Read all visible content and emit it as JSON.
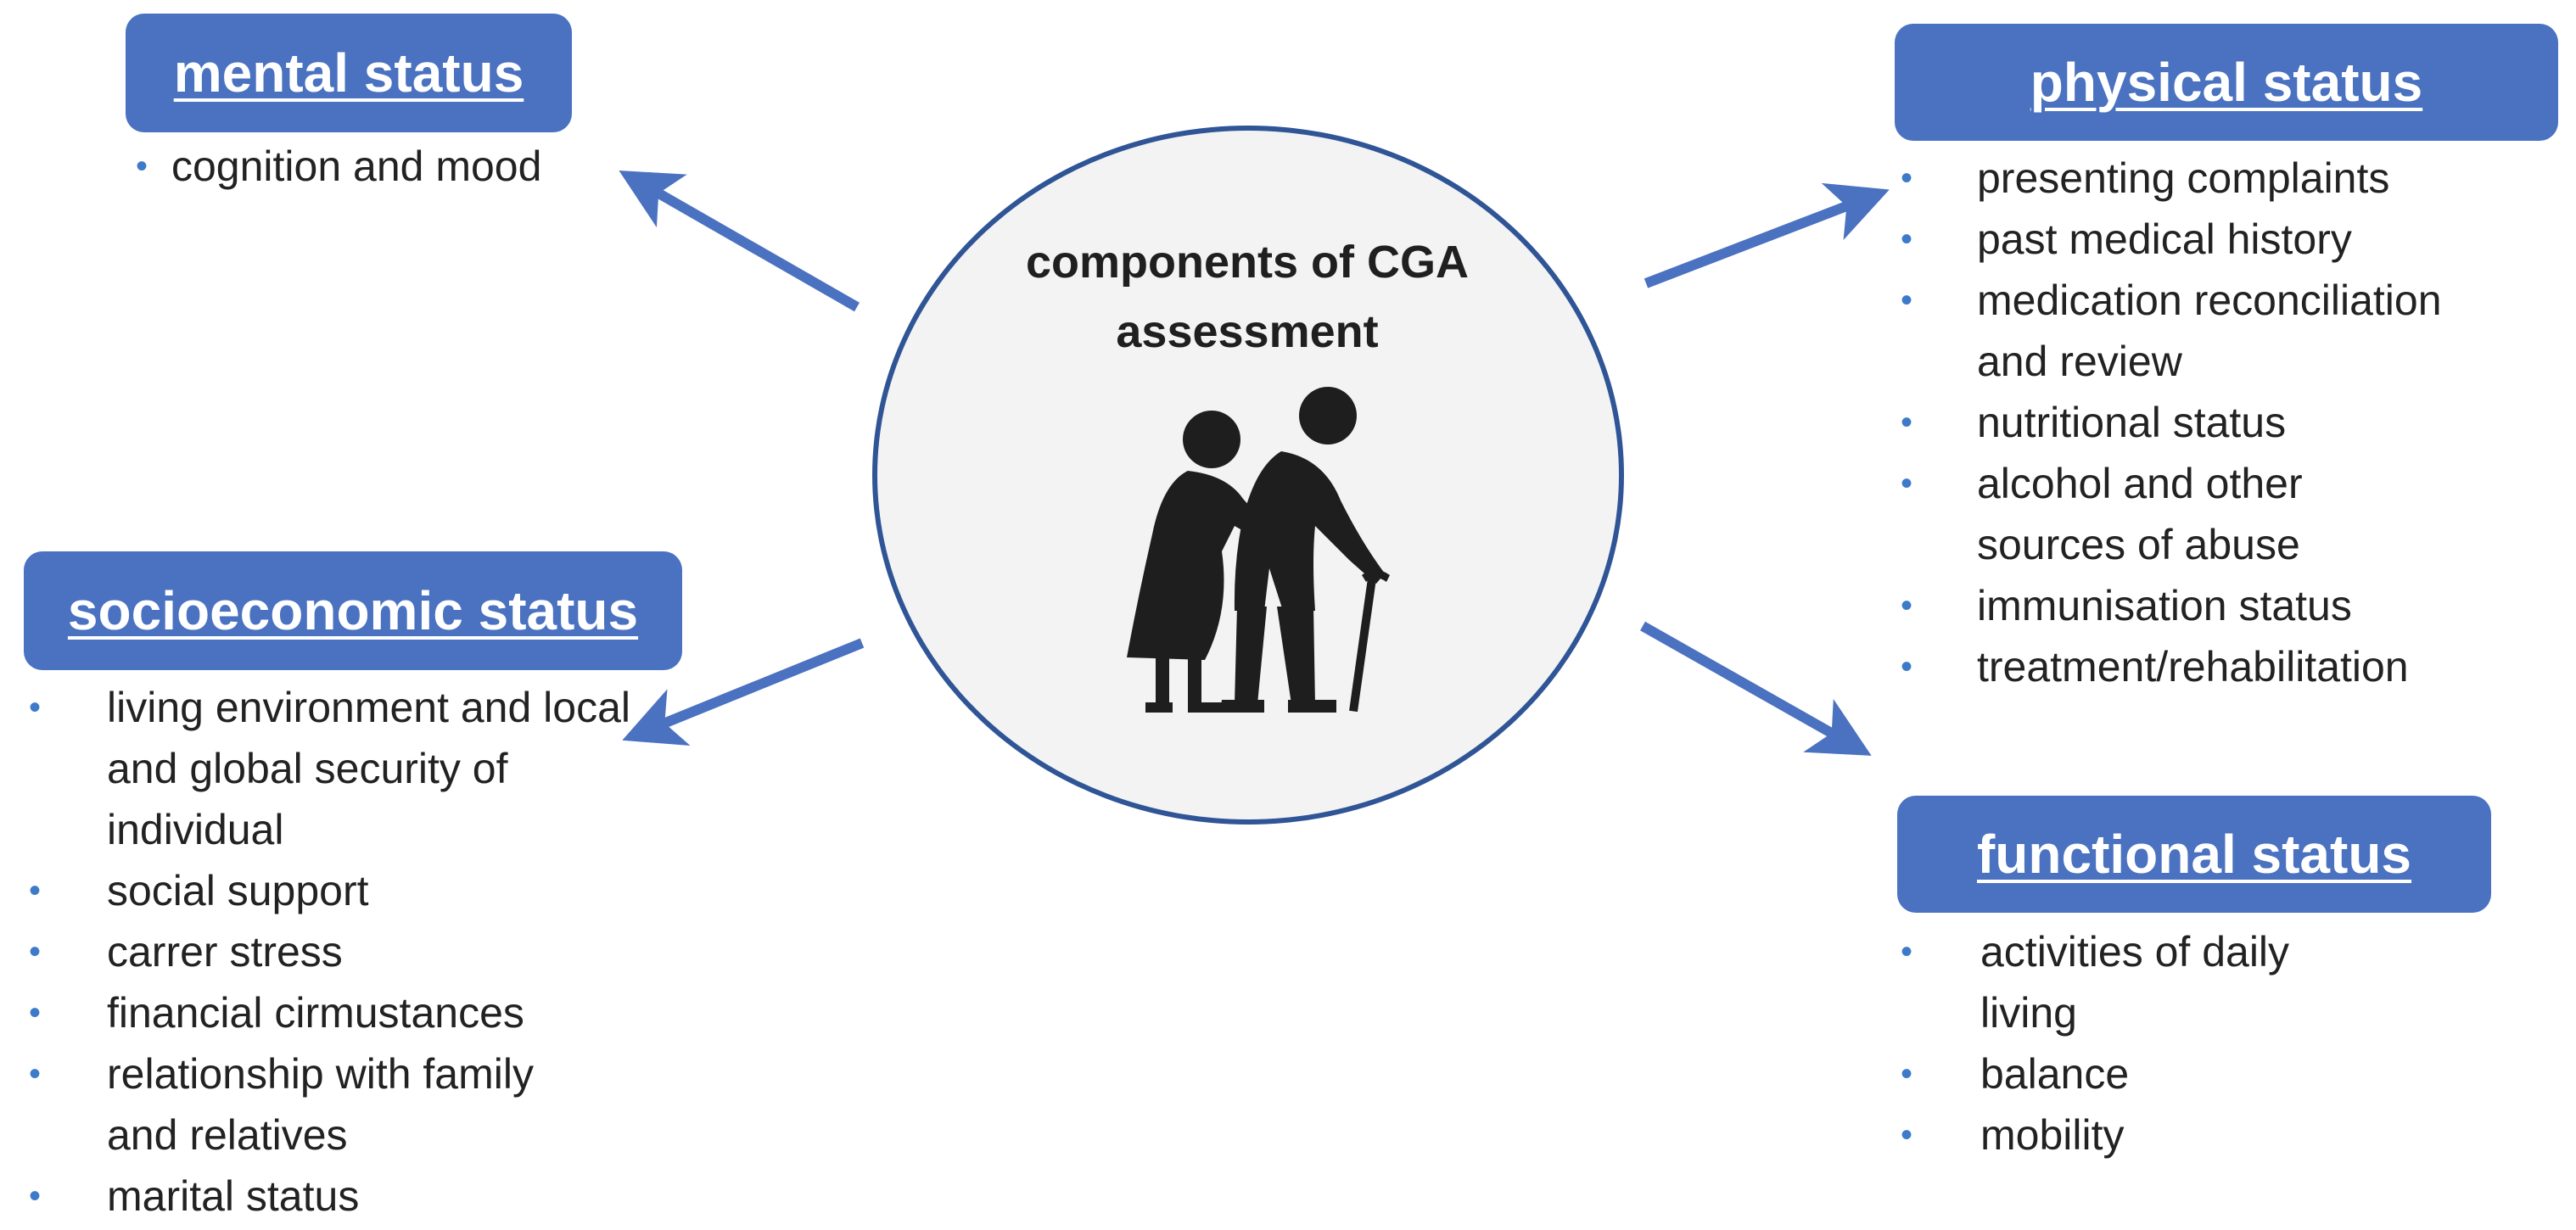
{
  "center": {
    "title_line1": "components of CGA",
    "title_line2": "assessment",
    "icon": "elderly-couple-icon"
  },
  "mental": {
    "title": "mental status",
    "items": [
      "cognition and mood"
    ]
  },
  "physical": {
    "title": "physical status",
    "items": [
      "presenting complaints",
      "past medical history",
      "medication reconciliation and review",
      "nutritional status",
      "alcohol and other sources of abuse",
      "immunisation status",
      "treatment/rehabilitation"
    ]
  },
  "socioeconomic": {
    "title": "socioeconomic status",
    "items": [
      "living environment and local and global security of individual",
      "social support",
      "carrer stress",
      "financial cirmustances",
      "relationship with family and relatives",
      "marital status"
    ]
  },
  "functional": {
    "title": "functional status",
    "items": [
      "activities of daily living",
      "balance",
      "mobility"
    ]
  },
  "colors": {
    "header_fill": "#4a72c0",
    "arrow": "#4a72c0",
    "circle_border": "#2f5596",
    "bullet": "#3d7ac9"
  }
}
